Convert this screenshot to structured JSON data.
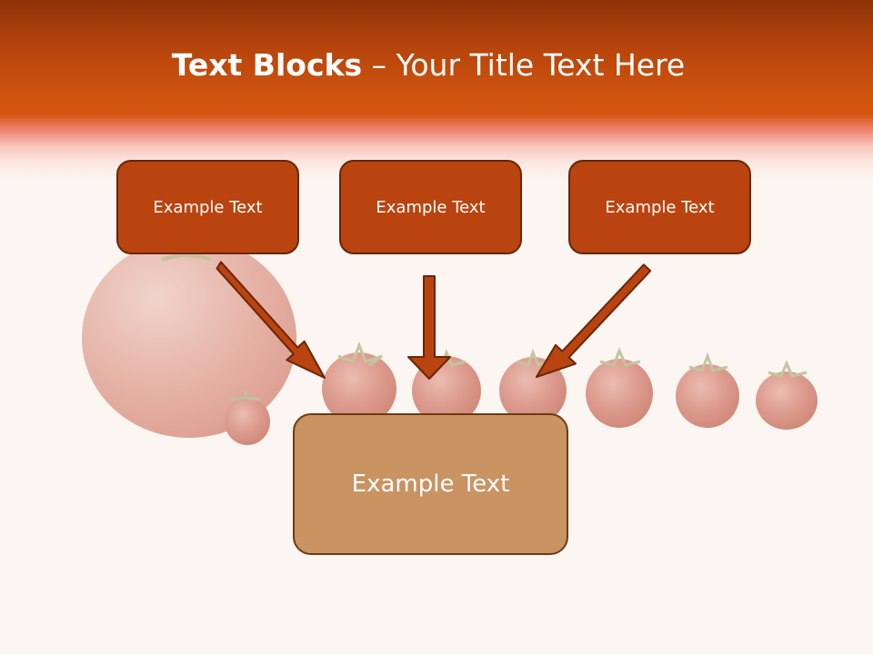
{
  "title": {
    "bold": "Text Blocks",
    "separator": " – ",
    "rest": "Your Title Text Here"
  },
  "blocks": [
    {
      "label": "Example Text"
    },
    {
      "label": "Example Text"
    },
    {
      "label": "Example Text"
    }
  ],
  "target": {
    "label": "Example Text"
  },
  "colors": {
    "header": "#c84f0e",
    "block_fill": "#b9440f",
    "block_border": "#6a2508",
    "target_fill": "#c99362",
    "arrow_fill": "#b9440f",
    "background": "#fcf6f2"
  },
  "icons": [
    "tomato-icon"
  ]
}
